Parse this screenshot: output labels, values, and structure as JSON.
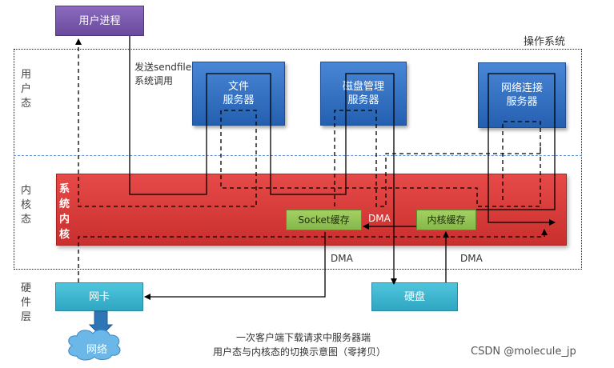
{
  "labels": {
    "os": "操作系统",
    "user_mode": "用户态",
    "kernel_mode": "内核态",
    "hardware_layer": "硬件层",
    "system_kernel": "系统内核",
    "sendfile": "发送sendfile",
    "syscall": "系统调用",
    "dma_socket": "DMA",
    "dma_nic": "DMA",
    "dma_disk": "DMA",
    "caption_line1": "一次客户端下载请求中服务器端",
    "caption_line2": "用户态与内核态的切换示意图（零拷贝）",
    "watermark": "CSDN @molecule_jp"
  },
  "boxes": {
    "user_process": "用户进程",
    "file_server_line1": "文件",
    "file_server_line2": "服务器",
    "disk_mgr_line1": "磁盘管理",
    "disk_mgr_line2": "服务器",
    "net_conn_line1": "网络连接",
    "net_conn_line2": "服务器",
    "socket_buffer": "Socket缓存",
    "kernel_buffer": "内核缓存",
    "nic": "网卡",
    "disk": "硬盘",
    "network": "网络"
  }
}
